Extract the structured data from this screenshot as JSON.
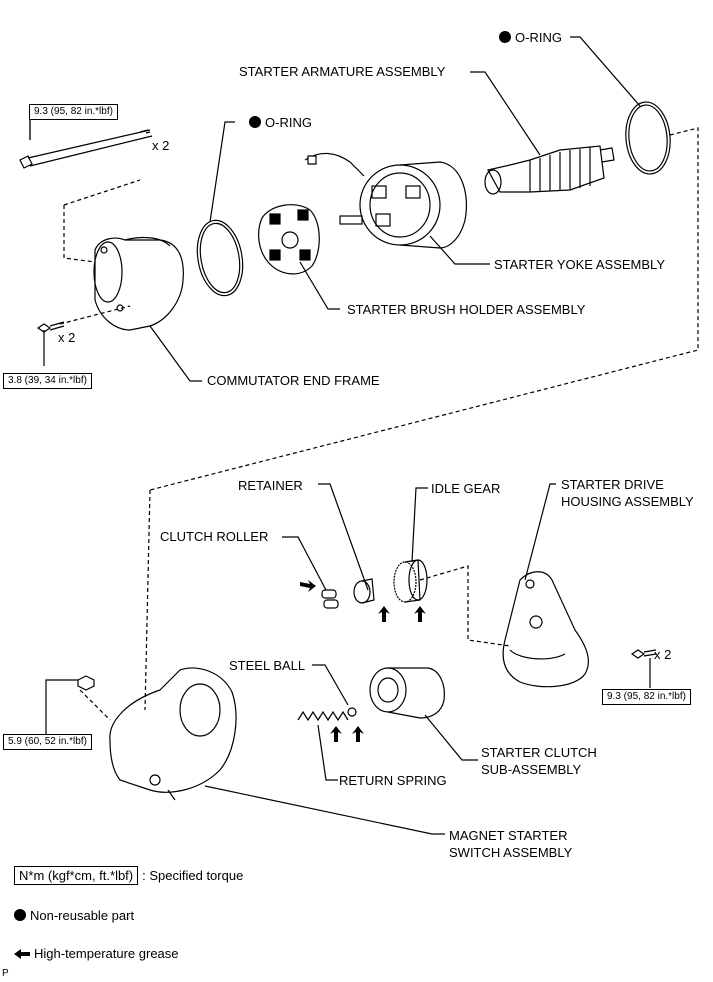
{
  "labels": {
    "o_ring_top": "O-RING",
    "o_ring_mid": "O-RING",
    "armature": "STARTER ARMATURE ASSEMBLY",
    "yoke": "STARTER YOKE ASSEMBLY",
    "brush_holder": "STARTER BRUSH HOLDER ASSEMBLY",
    "commutator_end_frame": "COMMUTATOR END FRAME",
    "retainer": "RETAINER",
    "idle_gear": "IDLE GEAR",
    "drive_housing_line1": "STARTER DRIVE",
    "drive_housing_line2": "HOUSING ASSEMBLY",
    "clutch_roller": "CLUTCH ROLLER",
    "steel_ball": "STEEL BALL",
    "return_spring": "RETURN SPRING",
    "clutch_sub_line1": "STARTER CLUTCH",
    "clutch_sub_line2": "SUB-ASSEMBLY",
    "magnet_switch_line1": "MAGNET STARTER",
    "magnet_switch_line2": "SWITCH ASSEMBLY"
  },
  "torques": {
    "through_bolt": "9.3 (95, 82 in.*lbf)",
    "end_frame_screw": "3.8 (39, 34 in.*lbf)",
    "housing_bolt": "9.3 (95, 82 in.*lbf)",
    "terminal_nut": "5.9 (60, 52 in.*lbf)"
  },
  "quantities": {
    "through_bolt": "x 2",
    "end_frame_screw": "x 2",
    "housing_bolt": "x 2"
  },
  "legend": {
    "torque_box": "N*m (kgf*cm, ft.*lbf)",
    "torque_text": ": Specified torque",
    "non_reusable": "Non-reusable part",
    "grease": "High-temperature grease"
  },
  "footer_mark": "P"
}
